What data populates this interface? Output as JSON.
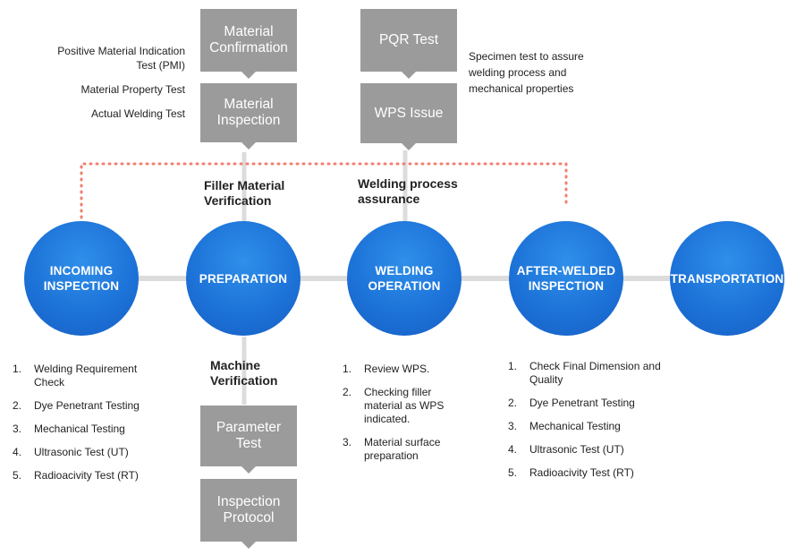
{
  "top_boxes": {
    "material_confirmation": "Material\nConfirmation",
    "material_inspection": "Material\nInspection",
    "pqr_test": "PQR Test",
    "wps_issue": "WPS Issue"
  },
  "left_notes": [
    "Positive Material Indication\nTest (PMI)",
    "Material Property Test",
    "Actual Welding Test"
  ],
  "right_note": "Specimen test to assure\nwelding process and\nmechanical properties",
  "labels": {
    "filler": "Filler Material\nVerification",
    "welding_process": "Welding process\nassurance",
    "machine": "Machine\nVerification"
  },
  "stages": [
    "INCOMING\nINSPECTION",
    "PREPARATION",
    "WELDING\nOPERATION",
    "AFTER-WELDED\nINSPECTION",
    "TRANSPORTATION"
  ],
  "bottom_boxes": {
    "parameter_test": "Parameter\nTest",
    "inspection_protocol": "Inspection\nProtocol"
  },
  "lists": {
    "incoming": [
      "Welding Requirement Check",
      "Dye Penetrant Testing",
      "Mechanical Testing",
      "Ultrasonic Test (UT)",
      "Radioacivity Test (RT)"
    ],
    "welding": [
      "Review WPS.",
      "Checking filler material as WPS indicated.",
      "Material surface preparation"
    ],
    "after": [
      "Check Final Dimension and Quality",
      "Dye Penetrant Testing",
      "Mechanical Testing",
      "Ultrasonic Test (UT)",
      "Radioacivity Test (RT)"
    ]
  },
  "colors": {
    "box": "#9b9b9b",
    "circle": "#1d73d8",
    "dotted": "#f08070",
    "line": "#d9d9d9"
  }
}
